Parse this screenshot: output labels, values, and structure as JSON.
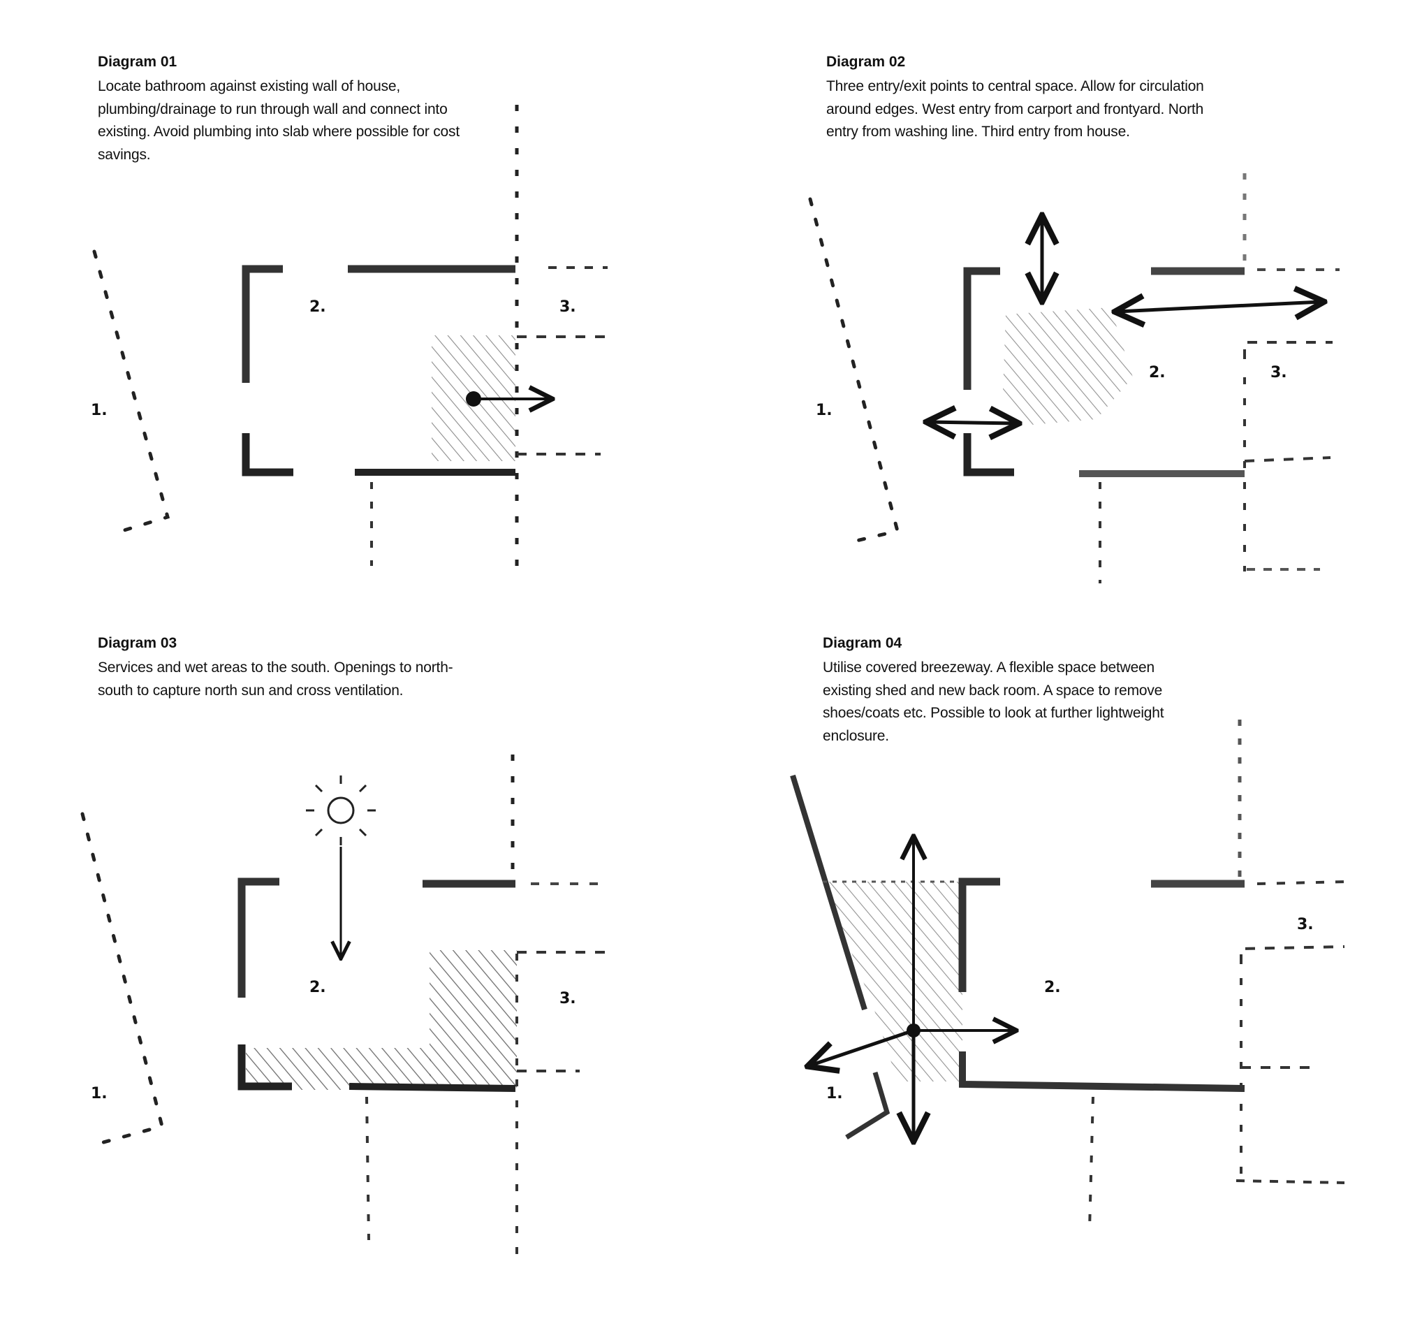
{
  "diagrams": [
    {
      "title": "Diagram 01",
      "description": "Locate bathroom against existing wall of house, plumbing/drainage to run through wall and connect into existing. Avoid plumbing into slab where possible for cost savings.",
      "labels": [
        "1.",
        "2.",
        "3."
      ]
    },
    {
      "title": "Diagram 02",
      "description": "Three entry/exit points to central space. Allow for circulation around edges. West entry from carport and frontyard. North entry from washing line. Third entry from house.",
      "labels": [
        "1.",
        "2.",
        "3."
      ]
    },
    {
      "title": "Diagram 03",
      "description": "Services and wet areas to the south. Openings to north-south to capture north sun and cross ventilation.",
      "labels": [
        "1.",
        "2.",
        "3."
      ]
    },
    {
      "title": "Diagram 04",
      "description": "Utilise covered breezeway. A flexible space between existing shed and new back room. A space to remove shoes/coats etc.  Possible to look at further lightweight enclosure.",
      "labels": [
        "1.",
        "2.",
        "3."
      ]
    }
  ],
  "icons": [
    "sun-icon",
    "arrow-icon",
    "hatch-area"
  ]
}
